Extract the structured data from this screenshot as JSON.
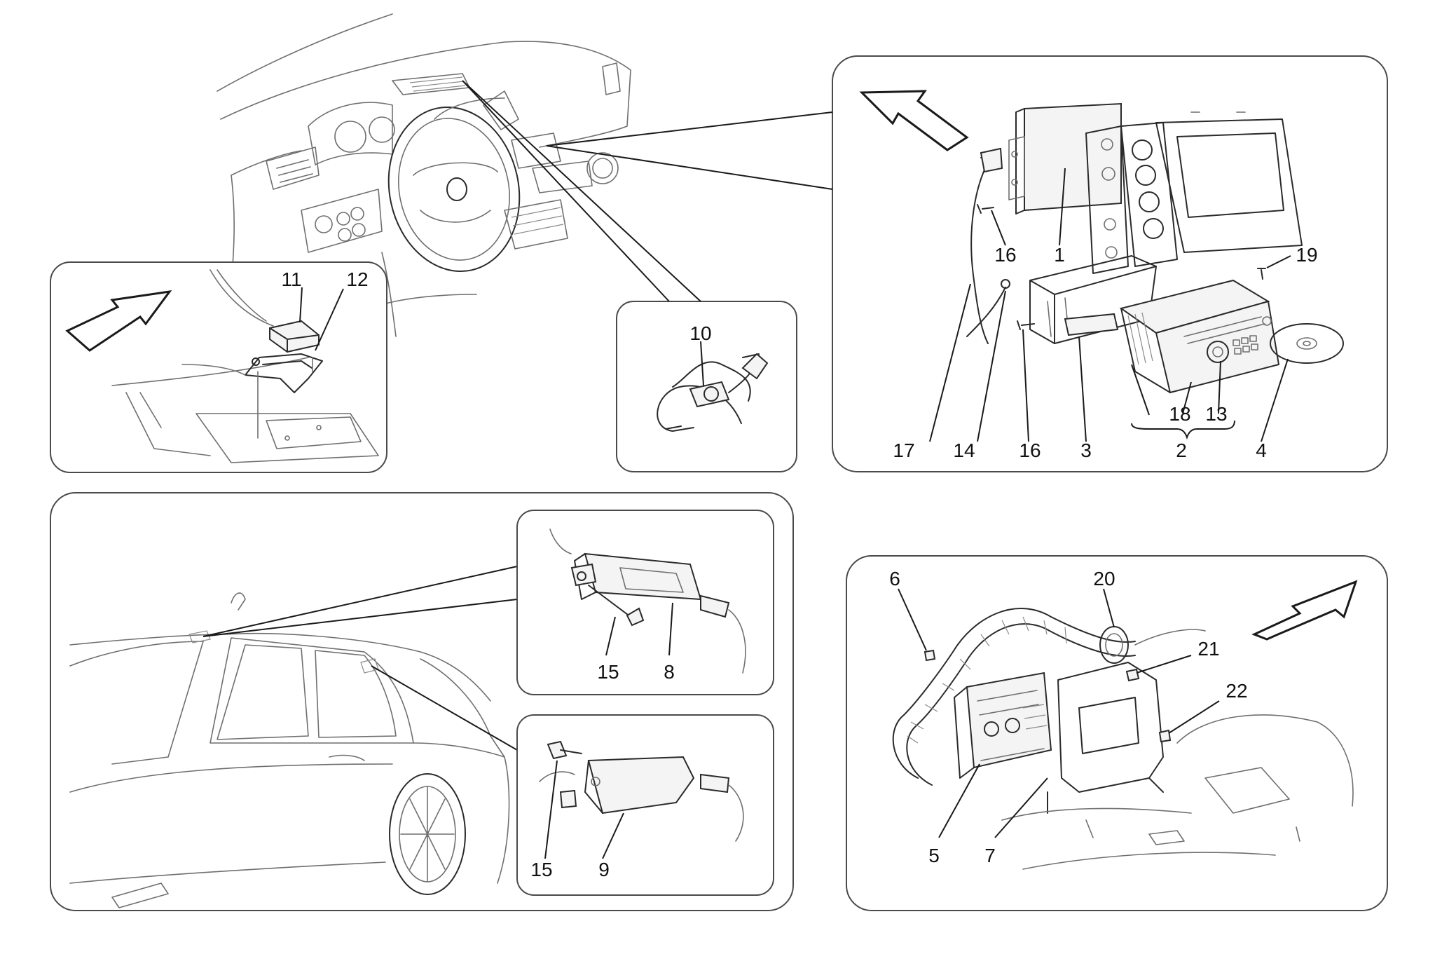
{
  "callouts": {
    "c1": "1",
    "c2": "2",
    "c3": "3",
    "c4": "4",
    "c5": "5",
    "c6": "6",
    "c7": "7",
    "c8": "8",
    "c9": "9",
    "c10": "10",
    "c11": "11",
    "c12": "12",
    "c13": "13",
    "c14": "14",
    "c15a": "15",
    "c15b": "15",
    "c16a": "16",
    "c16b": "16",
    "c17": "17",
    "c18": "18",
    "c19": "19",
    "c20": "20",
    "c21": "21",
    "c22": "22"
  },
  "colors": {
    "line": "#1a1a1a",
    "sketch": "#6f6f6f",
    "panel_border": "#4a4a4a"
  }
}
